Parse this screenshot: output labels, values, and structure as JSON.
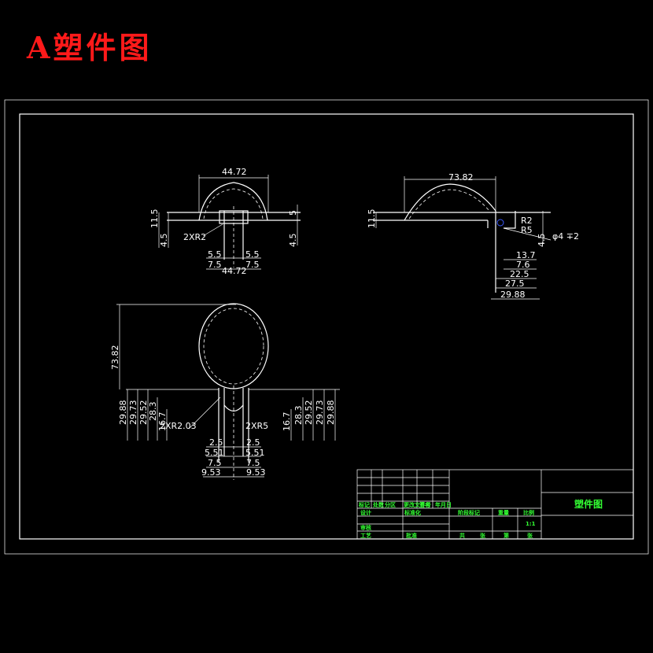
{
  "heading": "A塑件图",
  "title_block": {
    "part_name": "塑件图",
    "scale": "1:1",
    "labels": [
      "标记",
      "处数",
      "分区",
      "更改文件号",
      "签名",
      "年月日"
    ],
    "row_labels": [
      "设计",
      "标准化",
      "阶段标记",
      "重量",
      "比例",
      "审核",
      "工艺",
      "批准",
      "共",
      "张",
      "第",
      "张"
    ]
  },
  "dims": {
    "top_left": {
      "width": "44.72",
      "h_left_outer": "11.5",
      "h_left_inner": "4.5",
      "h_right_outer": "5",
      "h_right_inner": "4.5",
      "radius": "2XR2",
      "b1l": "5.5",
      "b1r": "5.5",
      "b2l": "7.5",
      "b2r": "7.5",
      "overall": "44.72"
    },
    "top_right": {
      "width": "73.82",
      "h": "11.5",
      "r2": "R2",
      "r5": "R5",
      "hole": "φ4 ∓2",
      "h2": "4.5",
      "d1": "13.7",
      "d2": "7.6",
      "d3": "22.5",
      "d4": "27.5",
      "d5": "29.88"
    },
    "bottom": {
      "height": "73.82",
      "left_stack": [
        "29.88",
        "29.73",
        "29.52",
        "28.3",
        "16.7"
      ],
      "right_stack": [
        "28.3",
        "29.52",
        "29.73",
        "29.88"
      ],
      "right_small": "16.7",
      "r_left": "2XR2.03",
      "r_right": "2XR5",
      "w1l": "2.5",
      "w1r": "2.5",
      "w2l": "5.51",
      "w2r": "5.51",
      "w3l": "7.5",
      "w3r": "7.5",
      "w4l": "9.53",
      "w4r": "9.53"
    }
  }
}
